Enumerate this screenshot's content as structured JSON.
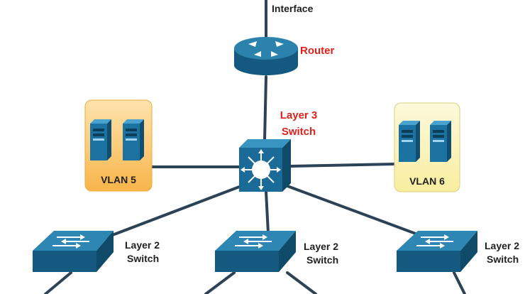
{
  "labels": {
    "interface": "Interface",
    "router": "Router",
    "l3_line1": "Layer 3",
    "l3_line2": "Switch",
    "vlan5": "VLAN 5",
    "vlan6": "VLAN 6",
    "l2_line1": "Layer 2",
    "l2_line2": "Switch"
  },
  "colors": {
    "link": "#2b4257",
    "device_top": "#2a82ad",
    "device_side": "#145a80",
    "vlan5_fill": "#fbc66a",
    "vlan6_fill": "#fbf3b8",
    "label_red": "#e0201b"
  },
  "icons": {
    "router": "router-icon",
    "l3_switch": "layer3-switch-icon",
    "l2_switch": "layer2-switch-icon",
    "server": "server-icon"
  }
}
